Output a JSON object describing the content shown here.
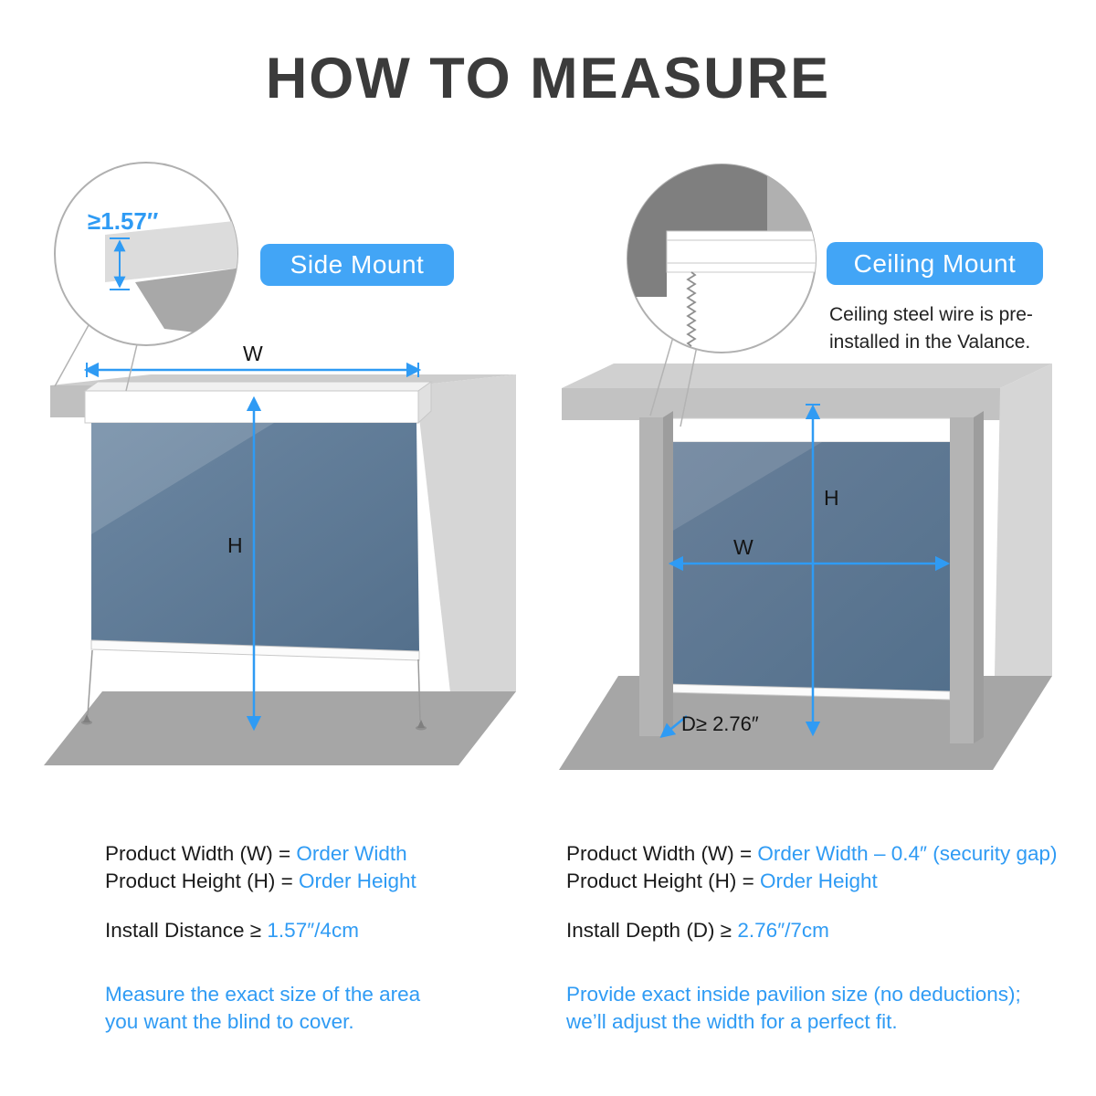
{
  "title": "HOW TO MEASURE",
  "colors": {
    "accent": "#2F9BF4",
    "button": "#42A5F6",
    "fabric": "#5D7A97",
    "structure": "#C7C7C7",
    "floor": "#A6A6A6",
    "text_dark": "#1B1B1B"
  },
  "side_mount": {
    "badge": "Side Mount",
    "detail_measurement": "≥1.57″",
    "width_label": "W",
    "height_label": "H",
    "specs": [
      {
        "label": "Product Width (W) = ",
        "value": "Order Width"
      },
      {
        "label": "Product Height (H) = ",
        "value": "Order Height"
      }
    ],
    "install": {
      "label": "Install Distance ≥ ",
      "value": "1.57″/4cm"
    },
    "note_lines": [
      "Measure the exact size of the area",
      "you want the blind to cover."
    ]
  },
  "ceiling_mount": {
    "badge": "Ceiling Mount",
    "detail_note": "Ceiling steel wire is pre-installed in the Valance.",
    "width_label": "W",
    "height_label": "H",
    "depth_label": "D≥ 2.76″",
    "specs": [
      {
        "label": "Product Width (W) = ",
        "value": "Order Width – 0.4″ (security gap)"
      },
      {
        "label": "Product Height (H) = ",
        "value": "Order Height"
      }
    ],
    "install": {
      "label": "Install Depth (D) ≥ ",
      "value": "2.76″/7cm"
    },
    "note_lines": [
      "Provide exact inside pavilion size (no deductions);",
      "we’ll adjust the width for a perfect fit."
    ]
  }
}
